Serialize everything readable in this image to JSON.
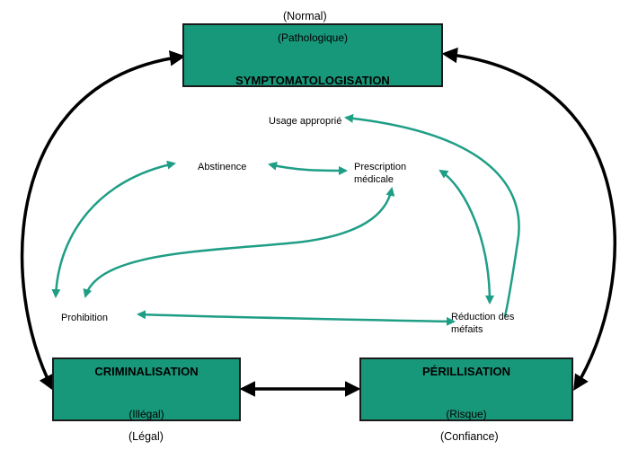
{
  "top_box": {
    "title": "SYMPTOMATOLOGISATION",
    "subtitle": "(Pathologique)",
    "above_label": "(Normal)"
  },
  "left_box": {
    "title": "CRIMINALISATION",
    "subtitle": "(Illégal)",
    "below_label": "(Légal)"
  },
  "right_box": {
    "title": "PÉRILLISATION",
    "subtitle": "(Risque)",
    "below_label": "(Confiance)"
  },
  "nodes": {
    "usage": "Usage approprié",
    "abstinence": "Abstinence",
    "prescription_line1": "Prescription",
    "prescription_line2": "médicale",
    "prohibition": "Prohibition",
    "reduction_line1": "Réduction des",
    "reduction_line2": "méfaits"
  },
  "colors": {
    "box_fill": "#18987b",
    "arrow_green": "#1f9e86",
    "arrow_black": "#000000"
  }
}
